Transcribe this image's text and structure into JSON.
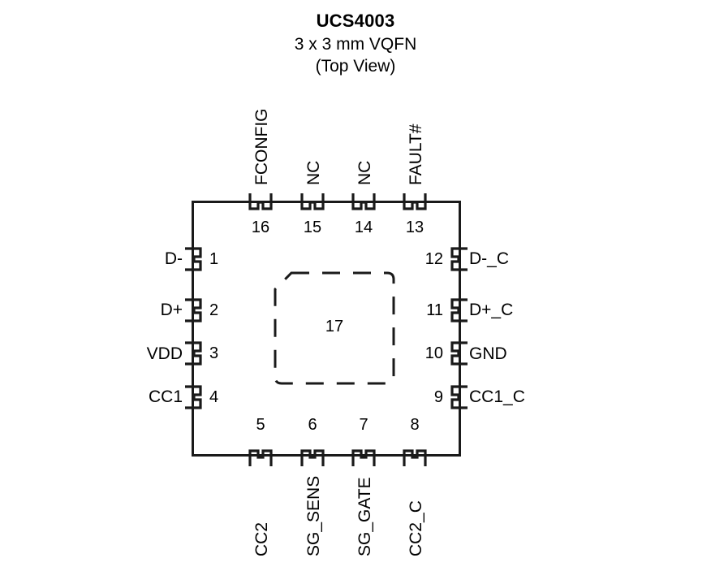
{
  "title": {
    "part_number": "UCS4003",
    "package": "3 x 3 mm VQFN",
    "view": "(Top View)"
  },
  "package": {
    "thermal_pad": {
      "number": "17"
    },
    "pins": [
      {
        "number": "1",
        "label": "D-",
        "side": "left"
      },
      {
        "number": "2",
        "label": "D+",
        "side": "left"
      },
      {
        "number": "3",
        "label": "VDD",
        "side": "left"
      },
      {
        "number": "4",
        "label": "CC1",
        "side": "left"
      },
      {
        "number": "5",
        "label": "CC2",
        "side": "bottom"
      },
      {
        "number": "6",
        "label": "SG_SENS",
        "side": "bottom"
      },
      {
        "number": "7",
        "label": "SG_GATE",
        "side": "bottom"
      },
      {
        "number": "8",
        "label": "CC2_C",
        "side": "bottom"
      },
      {
        "number": "9",
        "label": "CC1_C",
        "side": "right"
      },
      {
        "number": "10",
        "label": "GND",
        "side": "right"
      },
      {
        "number": "11",
        "label": "D+_C",
        "side": "right"
      },
      {
        "number": "12",
        "label": "D-_C",
        "side": "right"
      },
      {
        "number": "13",
        "label": "FAULT#",
        "side": "top"
      },
      {
        "number": "14",
        "label": "NC",
        "side": "top"
      },
      {
        "number": "15",
        "label": "NC",
        "side": "top"
      },
      {
        "number": "16",
        "label": "FCONFIG",
        "side": "top"
      }
    ]
  },
  "colors": {
    "outline": "#1a1a1a",
    "background": "#ffffff",
    "text": "#000000"
  }
}
